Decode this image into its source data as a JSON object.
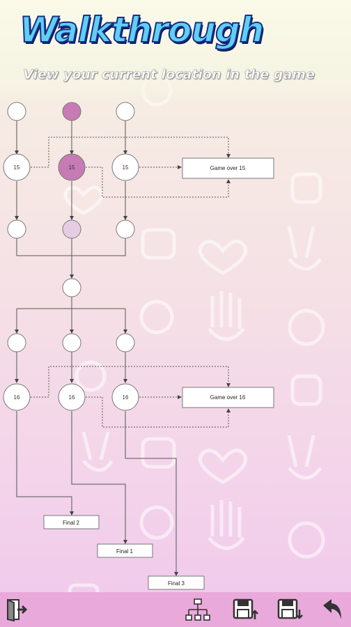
{
  "header": {
    "title": "Walkthrough",
    "subtitle": "View your current location in the game"
  },
  "chart": {
    "upper_row_labels": [
      "15",
      "15",
      "15"
    ],
    "lower_row_labels": [
      "16",
      "16",
      "16"
    ],
    "game_over_upper": "Game over 15",
    "game_over_lower": "Game over 16",
    "finals": [
      "Final 2",
      "Final 1",
      "Final 3"
    ]
  },
  "toolbar": {
    "icons": [
      "exit-icon",
      "flowchart-icon",
      "save-icon",
      "load-icon",
      "back-icon"
    ]
  },
  "colors": {
    "current": "#c77bb4",
    "visited": "#e6cde3",
    "toolbar": "#eaa9db",
    "title": "#5fd0f2"
  }
}
